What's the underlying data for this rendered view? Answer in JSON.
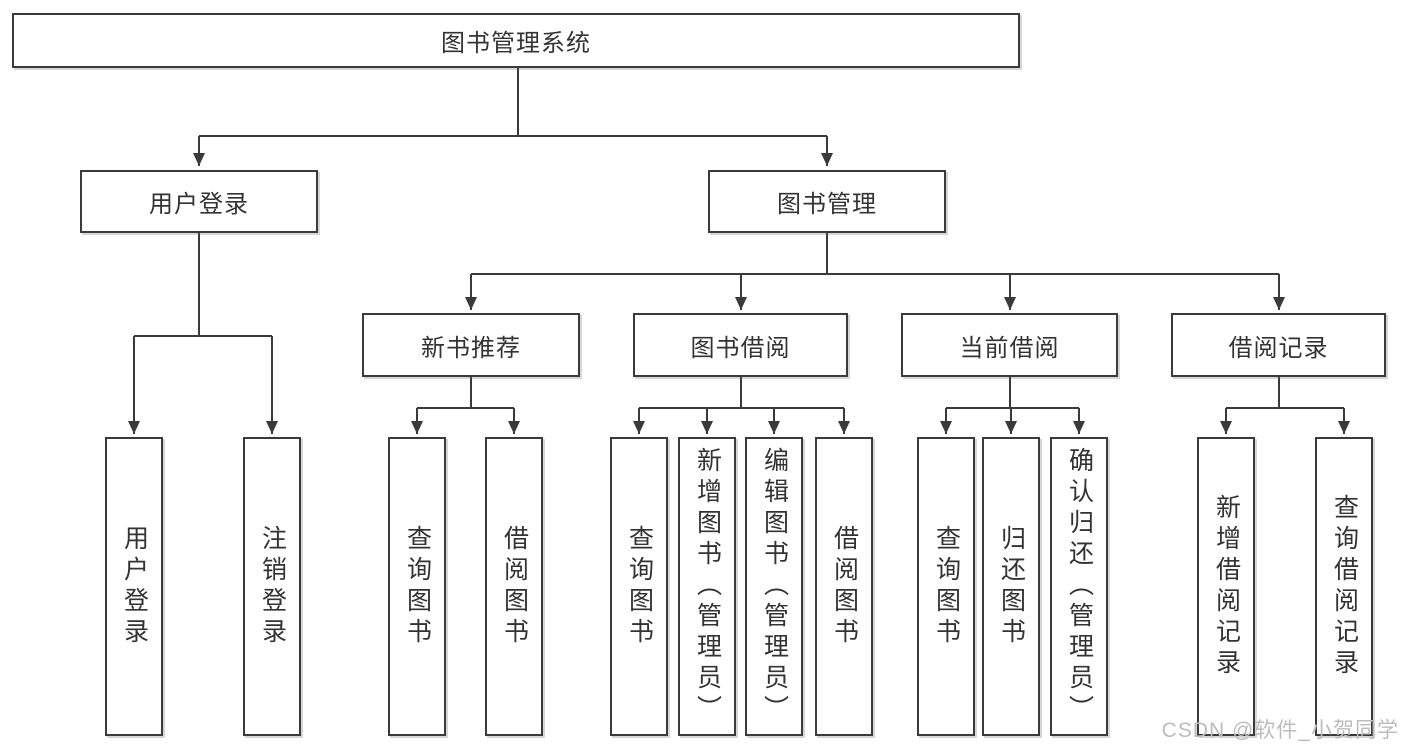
{
  "diagram": {
    "root": {
      "label": "图书管理系统"
    },
    "level2": [
      {
        "label": "用户登录"
      },
      {
        "label": "图书管理"
      }
    ],
    "level3": [
      {
        "label": "新书推荐"
      },
      {
        "label": "图书借阅"
      },
      {
        "label": "当前借阅"
      },
      {
        "label": "借阅记录"
      }
    ],
    "leaves": [
      {
        "label": "用户登录"
      },
      {
        "label": "注销登录"
      },
      {
        "label": "查询图书"
      },
      {
        "label": "借阅图书"
      },
      {
        "label": "查询图书"
      },
      {
        "label": "新增图书（管理员）"
      },
      {
        "label": "编辑图书（管理员）"
      },
      {
        "label": "借阅图书"
      },
      {
        "label": "查询图书"
      },
      {
        "label": "归还图书"
      },
      {
        "label": "确认归还（管理员）"
      },
      {
        "label": "新增借阅记录"
      },
      {
        "label": "查询借阅记录"
      }
    ]
  },
  "watermark": {
    "text": "CSDN @软件_小贺同学"
  },
  "colors": {
    "line": "#3a3a3a",
    "text": "#333333",
    "watermark": "#bcbcbc",
    "background": "#ffffff"
  }
}
